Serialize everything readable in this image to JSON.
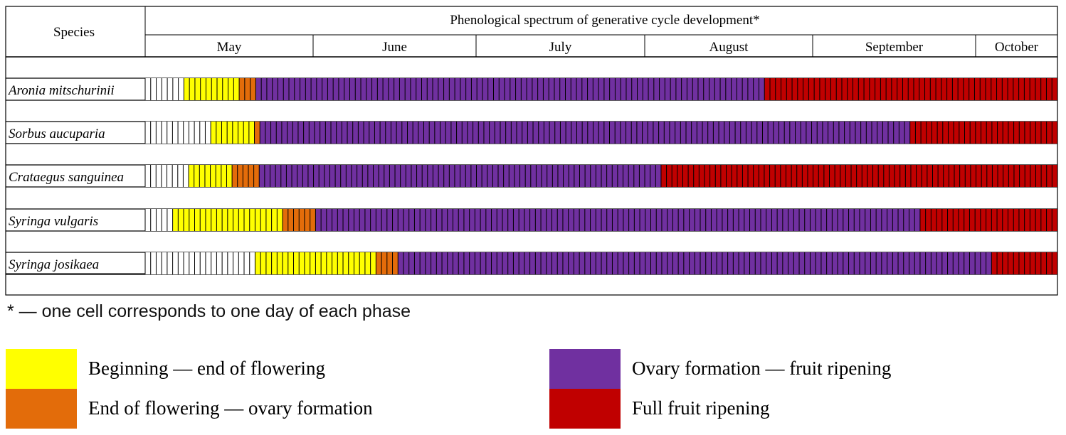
{
  "table": {
    "species_header": "Species",
    "title": "Phenological spectrum of generative cycle development*"
  },
  "note": "* — one cell corresponds to one day of each phase",
  "chart_data": {
    "type": "bar",
    "subtype": "phenological-spectrum (horizontal stacked day cells)",
    "title": "Phenological spectrum of generative cycle development*",
    "unit": "days (one cell = one day)",
    "months": [
      "May",
      "June",
      "July",
      "August",
      "September",
      "October"
    ],
    "phases": [
      {
        "key": "pre",
        "name": "",
        "color": "#ffffff"
      },
      {
        "key": "flower",
        "name": "Beginning — end of flowering",
        "color": "#ffff00"
      },
      {
        "key": "post",
        "name": "End of flowering — ovary formation",
        "color": "#e36c0a"
      },
      {
        "key": "ovary",
        "name": "Ovary formation — fruit ripening",
        "color": "#7030a0"
      },
      {
        "key": "ripe",
        "name": "Full fruit ripening",
        "color": "#c00000"
      }
    ],
    "series": [
      {
        "name": "Aronia mitschurinii",
        "days": {
          "pre": 7,
          "flower": 10,
          "post": 3,
          "ovary": 92,
          "ripe": 53
        }
      },
      {
        "name": "Sorbus aucuparia",
        "days": {
          "pre": 12,
          "flower": 8,
          "post": 1,
          "ovary": 119,
          "ripe": 27
        }
      },
      {
        "name": "Crataegus sanguinea",
        "days": {
          "pre": 8,
          "flower": 8,
          "post": 5,
          "ovary": 74,
          "ripe": 73
        }
      },
      {
        "name": "Syringa vulgaris",
        "days": {
          "pre": 5,
          "flower": 20,
          "post": 6,
          "ovary": 110,
          "ripe": 25
        }
      },
      {
        "name": "Syringa josikaea",
        "days": {
          "pre": 20,
          "flower": 22,
          "post": 4,
          "ovary": 108,
          "ripe": 12
        }
      }
    ]
  },
  "legend": [
    {
      "label": "Beginning — end of flowering",
      "color": "#ffff00"
    },
    {
      "label": "End of flowering — ovary formation",
      "color": "#e36c0a"
    },
    {
      "label": "Ovary formation — fruit ripening",
      "color": "#7030a0"
    },
    {
      "label": "Full fruit ripening",
      "color": "#c00000"
    }
  ]
}
